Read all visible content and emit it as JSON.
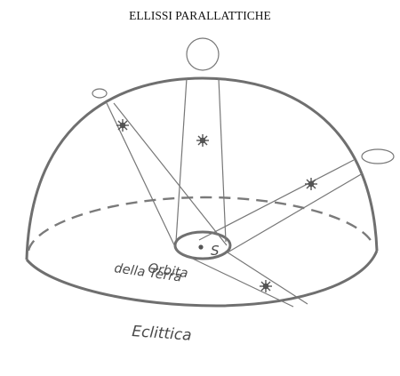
{
  "title": "ELLISSI PARALLATTICHE",
  "labels": {
    "sun": "S",
    "orbit_line1": "Orbita",
    "orbit_line2": "della Terra",
    "ecliptic": "Eclittica"
  },
  "colors": {
    "line": "#777777",
    "text": "#4a4a4a",
    "title": "#111111",
    "background": "#ffffff"
  },
  "icons": {
    "star": "star-icon",
    "sun": "sun-dot-icon"
  }
}
